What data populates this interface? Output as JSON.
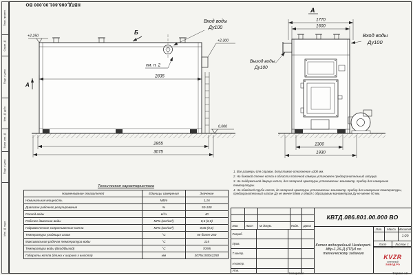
{
  "sheet": {
    "doc_number_top": "КВТД.086.801.00.000 ВО",
    "format_label": "Формат А3",
    "copied_label": "Копировал"
  },
  "frame_left": {
    "labels": [
      "Перв. примен.",
      "Справ. №",
      "Подп. и дата",
      "Инв. № дубл.",
      "Взам. инв. №",
      "Подп. и дата",
      "Инв. № подл."
    ]
  },
  "left_view": {
    "section_label": "А",
    "view_arrow_label": "Б",
    "elev_top_left": "+2.250",
    "elev_top_right": "+2.300",
    "elev_ground": "0.000",
    "see_note": "см. п. 2",
    "inlet_line1": "Вход воды",
    "inlet_line2": "Ду100",
    "dim_inner": "2835",
    "dim_mid": "2955",
    "dim_overall": "3075"
  },
  "front_view": {
    "view_label": "А",
    "dim_top_outer": "1770",
    "dim_top_inner": "1600",
    "dim_bottom_inner": "1300",
    "dim_bottom_outer": "1930",
    "outlet_line1": "Выход воды",
    "outlet_line2": "Ду100",
    "inlet_line1": "Вход воды",
    "inlet_line2": "Ду100"
  },
  "notes": {
    "items": [
      "1.  Все размеры для справок, допустимое отклонение ±300 мм.",
      "2.  На боковой стенке котла в области топочной камеры установлен предохранительный штуцер.",
      "3.  На поддувальной дверце котла, для запорной арматуры установлены: манометр, прибор для измерения температуры.",
      "4.  На обводной трубе котла, до запорной арматуры установлены: манометр, прибор для измерения температуры, предохранительный клапан Ду не менее 50мм и обвод с образцовым манометром Ду не менее 50 мм."
    ]
  },
  "tech_table": {
    "title": "Техническая характеристика",
    "headers": [
      "Наименование показателей",
      "Единицы измерения",
      "Значение"
    ],
    "rows": [
      [
        "Номинальная мощность",
        "МВт",
        "1,16"
      ],
      [
        "Диапазон рабочего регулирования",
        "%",
        "50-100"
      ],
      [
        "Расход воды",
        "м³/ч",
        "40"
      ],
      [
        "Рабочее давление воды",
        "МПа (кгс/см²)",
        "0,6 (6,0)"
      ],
      [
        "Гидравлическое сопротивление котла",
        "МПа (кгс/см²)",
        "0,06 (0,6)"
      ],
      [
        "Температура уходящих газов",
        "°С",
        "не более 250"
      ],
      [
        "Максимальная рабочая температура воды",
        "°С",
        "115"
      ],
      [
        "Температура воды (Вход/Выход)",
        "°С",
        "70/95"
      ],
      [
        "Габариты котла (длина х ширина х высота)",
        "мм",
        "3075х1930х2250"
      ]
    ]
  },
  "title_block": {
    "doc_number": "КВТД.086.801.00.000 ВО",
    "product_title": "Котел водогрейный Heatexpert-КВр-1,16-Д (ПТ)И по техническому заданию",
    "header_cols": [
      "Изм.",
      "Лист",
      "№ докум.",
      "Подп.",
      "Дата"
    ],
    "roles": [
      "Разраб.",
      "Пров.",
      "Т.контр.",
      "Н.контр.",
      "Утв."
    ],
    "lit_label": "Лит.",
    "mass_label": "Масса",
    "scale_label": "Масштаб",
    "scale_value": "1:20",
    "sheet_label": "Лист",
    "sheets_label": "Листов",
    "sheets_value": "1",
    "logo_text": "KVZR",
    "logo_sub1": "котельный",
    "logo_sub2": "ЗАВОД РЭ"
  }
}
